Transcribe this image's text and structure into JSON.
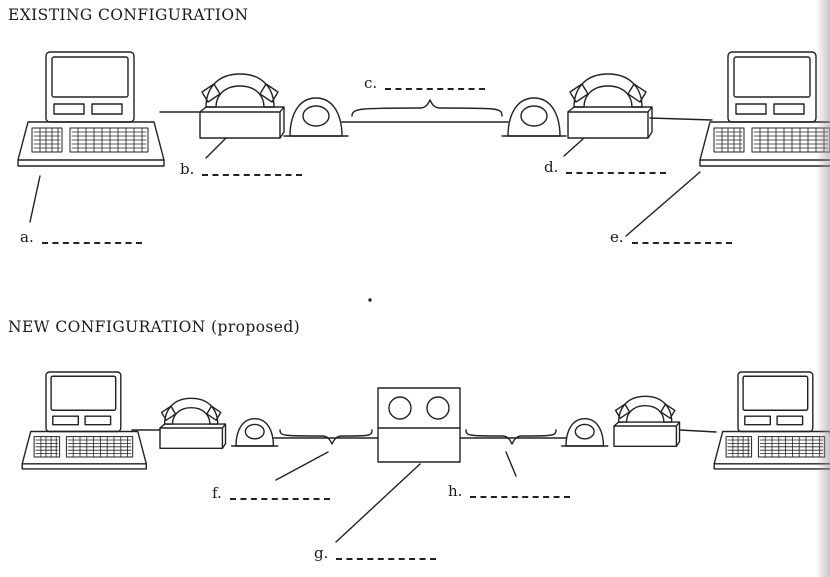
{
  "headings": {
    "existing": "EXISTING CONFIGURATION",
    "proposed": "NEW CONFIGURATION (proposed)"
  },
  "labels": {
    "a": "a.",
    "b": "b.",
    "c": "c.",
    "d": "d.",
    "e": "e.",
    "f": "f.",
    "g": "g.",
    "h": "h."
  }
}
